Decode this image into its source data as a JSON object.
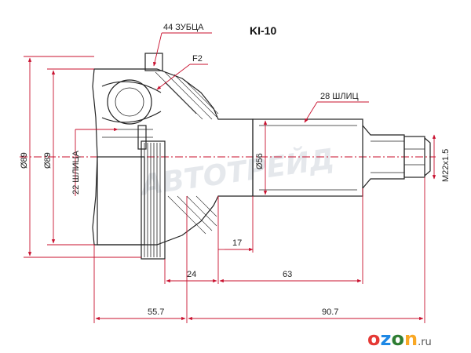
{
  "part_number": "KI-10",
  "labels": {
    "teeth": "44 ЗУБЦА",
    "f2": "F2",
    "outer_splines": "28 ШЛИЦ",
    "inner_splines": "22 ШЛИЦА"
  },
  "dimensions": {
    "outer_dia_left": "Ø89",
    "outer_dia_inner": "Ø89",
    "stem_dia": "Ø56",
    "thread": "M22x1.5",
    "len_17": "17",
    "len_24": "24",
    "len_63": "63",
    "len_55_7": "55.7",
    "len_90_7": "90.7"
  },
  "watermark": "АВТОТРЕЙД",
  "brand": {
    "name": "ozon",
    "suffix": ".ru",
    "colors": {
      "o1": "#e53935",
      "z": "#1e88e5",
      "o2": "#2e7d32",
      "n": "#f9a825"
    }
  },
  "colors": {
    "dimension": "#c8102e",
    "outline": "#222222"
  }
}
